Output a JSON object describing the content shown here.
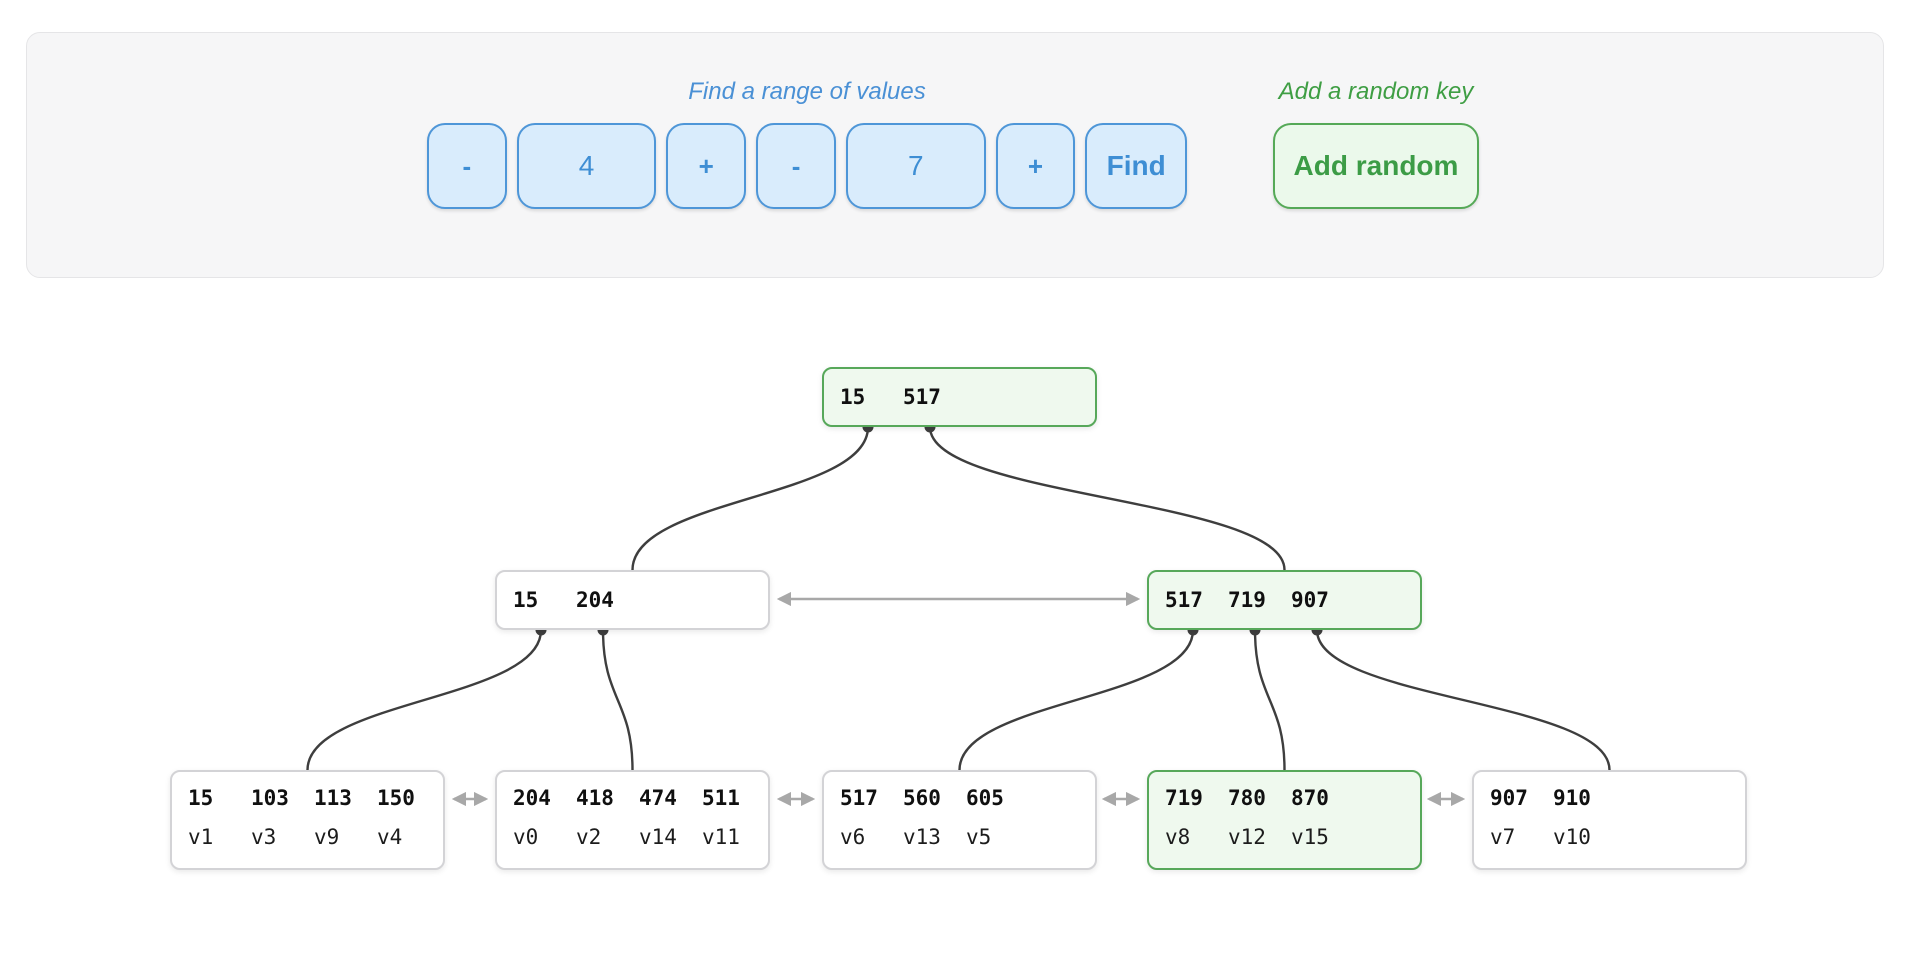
{
  "panel": {
    "find_section": {
      "title": "Find a range of values",
      "minus_label": "-",
      "plus_label": "+",
      "from_value": "4",
      "to_value": "7",
      "find_label": "Find"
    },
    "add_section": {
      "title": "Add a random key",
      "button_label": "Add random"
    }
  },
  "tree": {
    "nodes": [
      {
        "id": "root",
        "type": "internal",
        "highlighted": true,
        "keys": [
          "15",
          "517"
        ]
      },
      {
        "id": "internal-left",
        "type": "internal",
        "highlighted": false,
        "keys": [
          "15",
          "204"
        ]
      },
      {
        "id": "internal-right",
        "type": "internal",
        "highlighted": true,
        "keys": [
          "517",
          "719",
          "907"
        ]
      },
      {
        "id": "leaf-0",
        "type": "leaf",
        "highlighted": false,
        "keys": [
          "15",
          "103",
          "113",
          "150"
        ],
        "values": [
          "v1",
          "v3",
          "v9",
          "v4"
        ]
      },
      {
        "id": "leaf-1",
        "type": "leaf",
        "highlighted": false,
        "keys": [
          "204",
          "418",
          "474",
          "511"
        ],
        "values": [
          "v0",
          "v2",
          "v14",
          "v11"
        ]
      },
      {
        "id": "leaf-2",
        "type": "leaf",
        "highlighted": false,
        "keys": [
          "517",
          "560",
          "605"
        ],
        "values": [
          "v6",
          "v13",
          "v5"
        ]
      },
      {
        "id": "leaf-3",
        "type": "leaf",
        "highlighted": true,
        "keys": [
          "719",
          "780",
          "870"
        ],
        "values": [
          "v8",
          "v12",
          "v15"
        ]
      },
      {
        "id": "leaf-4",
        "type": "leaf",
        "highlighted": false,
        "keys": [
          "907",
          "910"
        ],
        "values": [
          "v7",
          "v10"
        ]
      }
    ],
    "links": [
      {
        "from": "root",
        "to": "internal-left"
      },
      {
        "from": "root",
        "to": "internal-right"
      },
      {
        "from": "internal-left",
        "to": "leaf-0"
      },
      {
        "from": "internal-left",
        "to": "leaf-1"
      },
      {
        "from": "internal-right",
        "to": "leaf-2"
      },
      {
        "from": "internal-right",
        "to": "leaf-3"
      },
      {
        "from": "internal-right",
        "to": "leaf-4"
      }
    ],
    "sibling_links": [
      [
        "internal-left",
        "internal-right"
      ],
      [
        "leaf-0",
        "leaf-1"
      ],
      [
        "leaf-1",
        "leaf-2"
      ],
      [
        "leaf-2",
        "leaf-3"
      ],
      [
        "leaf-3",
        "leaf-4"
      ]
    ]
  },
  "colors": {
    "blue_accent": "#4a90d5",
    "blue_button_fill": "#d9ecfc",
    "blue_button_border": "#4e96d8",
    "green_accent": "#3f9e44",
    "green_button_fill": "#ebf9eb",
    "green_button_border": "#55a957",
    "node_green_border": "#57a85a",
    "node_green_fill": "#eff9ee",
    "node_gray_border": "#d3d3d6",
    "edge_dark": "#3e3e3e",
    "arrow_gray": "#a8a8a8",
    "panel_fill": "#f6f6f7"
  }
}
